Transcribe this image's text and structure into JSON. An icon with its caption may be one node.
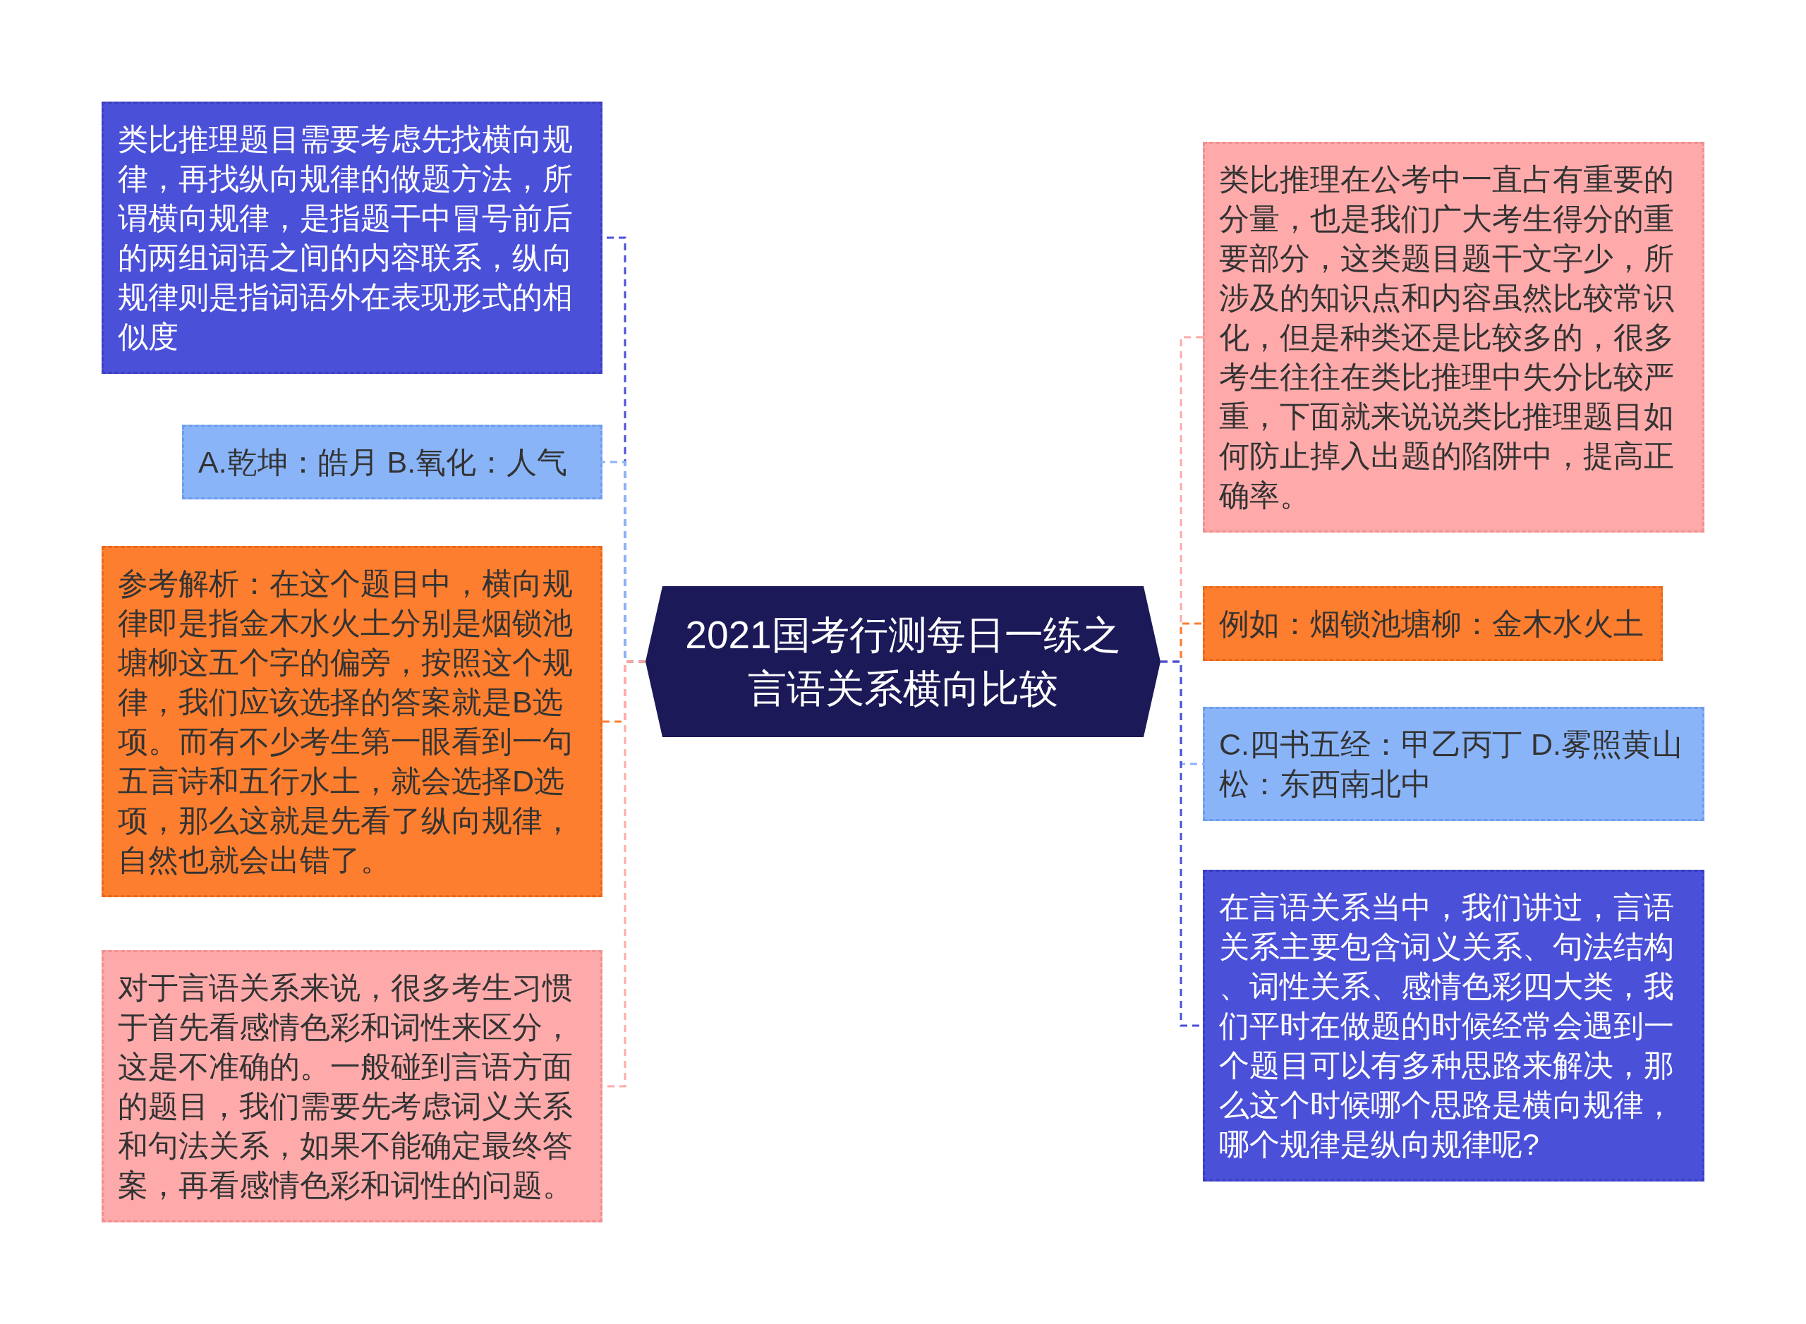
{
  "diagram": {
    "nodes": [
      {
        "text": [
          "2021国考行测每日一练之言语关系横向比较"
        ]
      },
      {
        "text": [
          "类比推理题目需要考虑先找横向规律，再找纵向规律的做题方法，所谓横向规律，是指题干中冒号前后的两组词语之间的内容联系，纵向规律则是指词语外在表现形式的相似度"
        ]
      },
      {
        "text": [
          "A.乾坤：皓月 B.氧化：人气"
        ]
      },
      {
        "text": [
          "参考解析：在这个题目中，横向规律即是指金木水火土分别是烟锁池塘柳这五个字的偏旁，按照这个规律，我们应该选择的答案就是B选项。而有不少考生第一眼看到一句五言诗和五行水土，就会选择D选项，那么这就是先看了纵向规律，自然也就会出错了。"
        ]
      },
      {
        "text": [
          "对于言语关系来说，很多考生习惯于首先看感情色彩和词性来区分，这是不准确的。一般碰到言语方面的题目，我们需要先考虑词义关系和句法关系，如果不能确定最终答案，再看感情色彩和词性的问题。"
        ]
      },
      {
        "text": [
          "类比推理在公考中一直占有重要的分量，也是我们广大考生得分的重要部分，这类题目题干文字少，所涉及的知识点和内容虽然比较常识化，但是种类还是比较多的，很多考生往往在类比推理中失分比较严重，下面就来说说类比推理题目如何防止掉入出题的陷阱中，提高正确率。"
        ]
      },
      {
        "text": [
          "例如：烟锁池塘柳：金木水火土"
        ]
      },
      {
        "text": [
          "C.四书五经：甲乙丙丁 D.雾照黄山松：东西南北中"
        ]
      },
      {
        "text": [
          "在言语关系当中，我们讲过，言语关系主要包含词义关系、句法结构、词性关系、感情色彩四大类，我们平时在做题的时候经常会遇到一个题目可以有多种思路来解决，那么这个时候哪个思路是横向规律，哪个规律是纵向规律呢?"
        ]
      }
    ],
    "edges": [
      {
        "from": 0,
        "to": 1,
        "arrow": "none",
        "style": "dashed",
        "color": "#4b50d9"
      },
      {
        "from": 0,
        "to": 2,
        "arrow": "none",
        "style": "dashed",
        "color": "#8ab4f8"
      },
      {
        "from": 0,
        "to": 3,
        "arrow": "none",
        "style": "dashed",
        "color": "#fd7e2f"
      },
      {
        "from": 0,
        "to": 4,
        "arrow": "none",
        "style": "dashed",
        "color": "#ffaaaa"
      },
      {
        "from": 0,
        "to": 5,
        "arrow": "none",
        "style": "dashed",
        "color": "#ffaaaa"
      },
      {
        "from": 0,
        "to": 6,
        "arrow": "none",
        "style": "dashed",
        "color": "#fd7e2f"
      },
      {
        "from": 0,
        "to": 7,
        "arrow": "none",
        "style": "dashed",
        "color": "#8ab4f8"
      },
      {
        "from": 0,
        "to": 8,
        "arrow": "none",
        "style": "dashed",
        "color": "#4b50d9"
      }
    ]
  }
}
